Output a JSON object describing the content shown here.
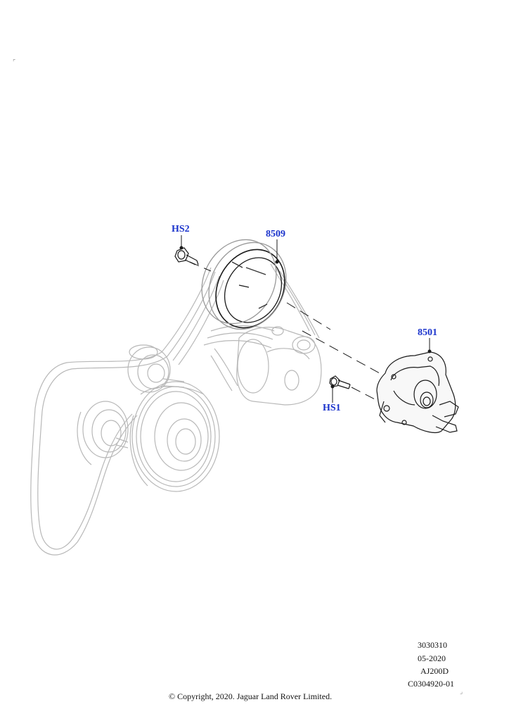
{
  "callouts": {
    "hs2": "HS2",
    "p8509": "8509",
    "p8501": "8501",
    "hs1": "HS1"
  },
  "illustration_info": {
    "line1": "3030310",
    "line2": "05-2020",
    "line3": "AJ200D",
    "line4": "C0304920-01"
  },
  "copyright": "© Copyright, 2020. Jaguar Land Rover Limited.",
  "colors": {
    "callout": "#1a33cc",
    "ghost_line": "#b5b5b5",
    "part_line": "#1a1a1a"
  }
}
